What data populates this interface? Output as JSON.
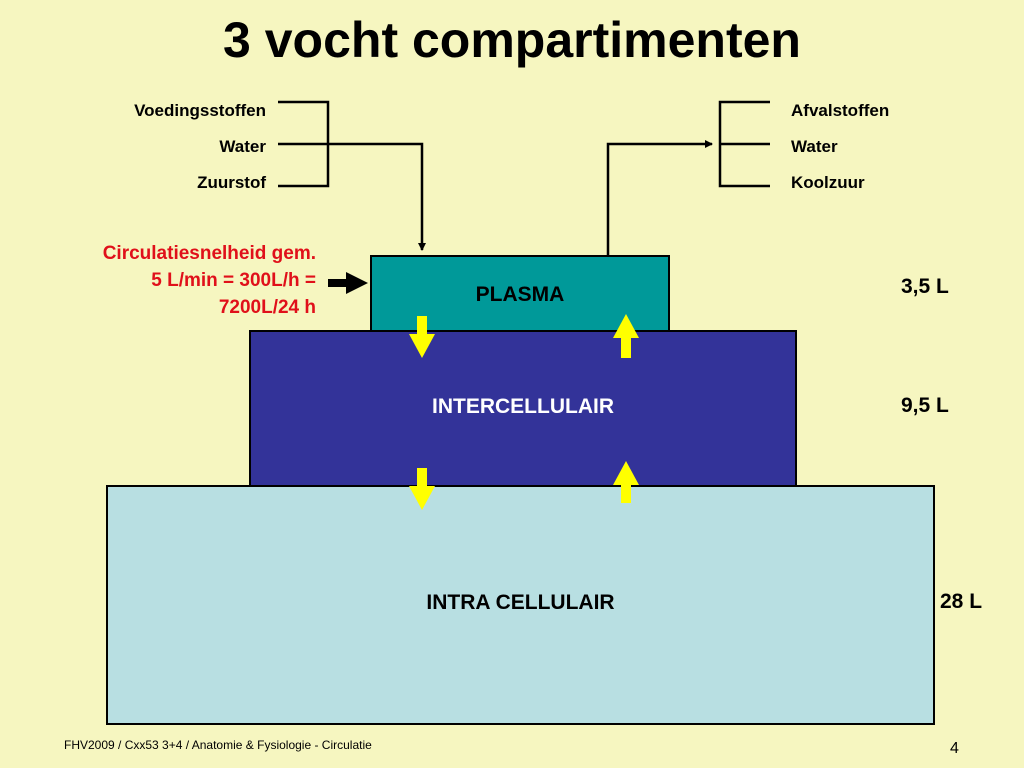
{
  "title": "3 vocht compartimenten",
  "inputs": [
    "Voedingsstoffen",
    "Water",
    "Zuurstof"
  ],
  "outputs": [
    "Afvalstoffen",
    "Water",
    "Koolzuur"
  ],
  "circulation": {
    "line1": "Circulatiesnelheid gem.",
    "line2": "5 L/min = 300L/h =",
    "line3": "7200L/24 h"
  },
  "compartments": {
    "plasma": {
      "label": "PLASMA",
      "volume": "3,5 L",
      "color": "#009999"
    },
    "intercellular": {
      "label": "INTERCELLULAIR",
      "volume": "9,5 L",
      "color": "#333399"
    },
    "intracellular": {
      "label": "INTRA CELLULAIR",
      "volume": "28 L",
      "color": "#b8dfe2"
    }
  },
  "colors": {
    "background": "#f6f6c0",
    "note_text": "#e0101a",
    "exchange_arrow": "#ffff00"
  },
  "footer": {
    "text": "FHV2009 / Cxx53 3+4 / Anatomie & Fysiologie - Circulatie",
    "page": "4"
  }
}
